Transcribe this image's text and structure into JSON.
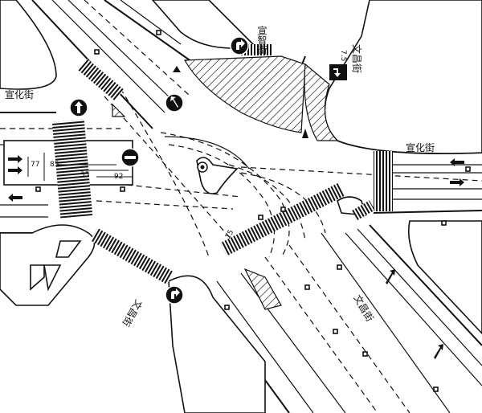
{
  "streets": {
    "xuanzhi_jie": "宣智街",
    "xuanhua_jie_west": "宣化街",
    "xuanhua_jie_east": "宣化街",
    "wenchang_jie_ne": "文昌街",
    "wenchang_jie_sw": "文昌街",
    "wenchang_jie_se": "文昌街"
  },
  "dimensions": {
    "d1": "77",
    "d2": "85",
    "d3": "92",
    "d4": "35",
    "d5": "15",
    "d6": "7.5"
  },
  "signs": [
    {
      "id": "sign-keep-right-north",
      "type": "keep-right"
    },
    {
      "id": "sign-one-way-ne",
      "type": "one-way-right"
    },
    {
      "id": "sign-straight-west",
      "type": "straight"
    },
    {
      "id": "sign-no-entry-west",
      "type": "no-entry"
    },
    {
      "id": "sign-keep-left-center",
      "type": "keep-left"
    },
    {
      "id": "sign-keep-right-south",
      "type": "keep-right"
    }
  ]
}
